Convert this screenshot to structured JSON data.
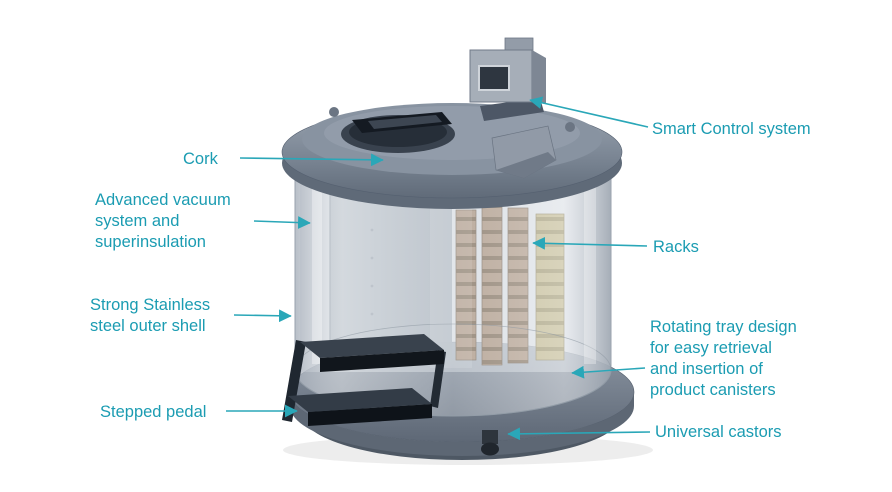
{
  "diagram_title": "Cryogenic storage tank labeled diagram",
  "colors": {
    "label_text": "#1b9cb2",
    "arrow": "#2aa7b8",
    "tank_grey": "#7b8694",
    "rack_tan": "#b29478",
    "rack_yellow": "#c8b97f"
  },
  "labels": {
    "smart_control": {
      "text": "Smart Control system"
    },
    "cork": {
      "text": "Cork"
    },
    "vacuum": {
      "text": "Advanced vacuum\nsystem and\nsuperinsulation"
    },
    "racks": {
      "text": "Racks"
    },
    "shell": {
      "text": "Strong Stainless\nsteel outer shell"
    },
    "tray": {
      "text": "Rotating tray design\nfor easy retrieval\nand insertion of\nproduct canisters"
    },
    "pedal": {
      "text": "Stepped pedal"
    },
    "castors": {
      "text": "Universal castors"
    }
  }
}
